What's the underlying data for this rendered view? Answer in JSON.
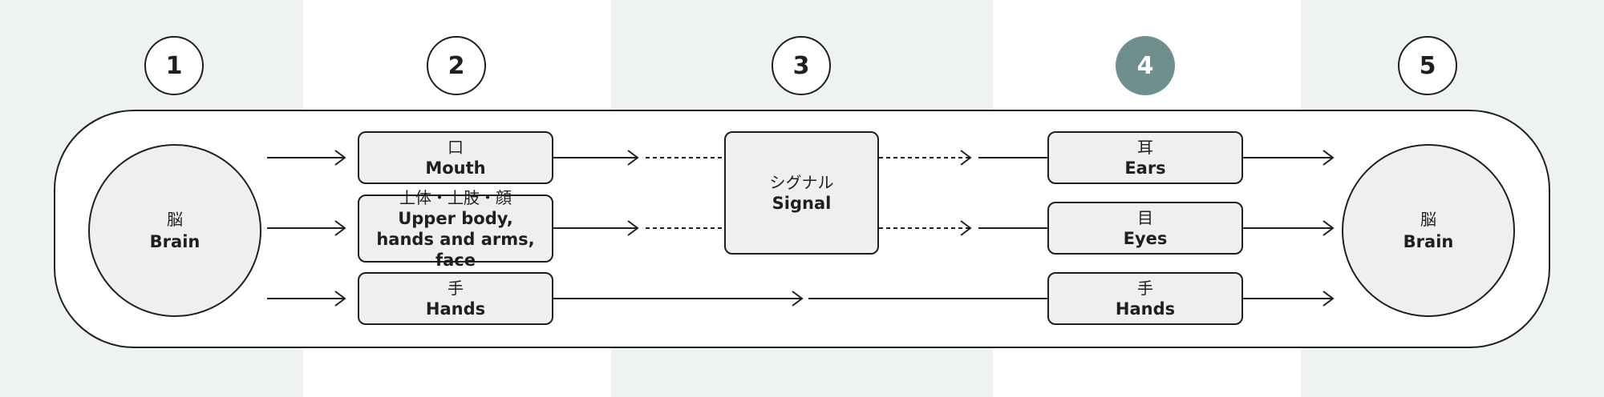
{
  "colors": {
    "band_light": "#eef3f2",
    "active_step": "#6f8f8f",
    "node_fill": "#efefef",
    "stroke": "#1f1f1f"
  },
  "steps": [
    {
      "label": "1",
      "active": false
    },
    {
      "label": "2",
      "active": false
    },
    {
      "label": "3",
      "active": false
    },
    {
      "label": "4",
      "active": true
    },
    {
      "label": "5",
      "active": false
    }
  ],
  "source": {
    "jp": "脳",
    "en": "Brain"
  },
  "target": {
    "jp": "脳",
    "en": "Brain"
  },
  "outputs": [
    {
      "jp": "口",
      "en": "Mouth"
    },
    {
      "jp": "上体・上肢・顔",
      "en": "Upper body,",
      "en2": "hands and arms, face"
    },
    {
      "jp": "手",
      "en": "Hands"
    }
  ],
  "signal": {
    "jp": "シグナル",
    "en": "Signal"
  },
  "inputs": [
    {
      "jp": "耳",
      "en": "Ears"
    },
    {
      "jp": "目",
      "en": "Eyes"
    },
    {
      "jp": "手",
      "en": "Hands"
    }
  ]
}
